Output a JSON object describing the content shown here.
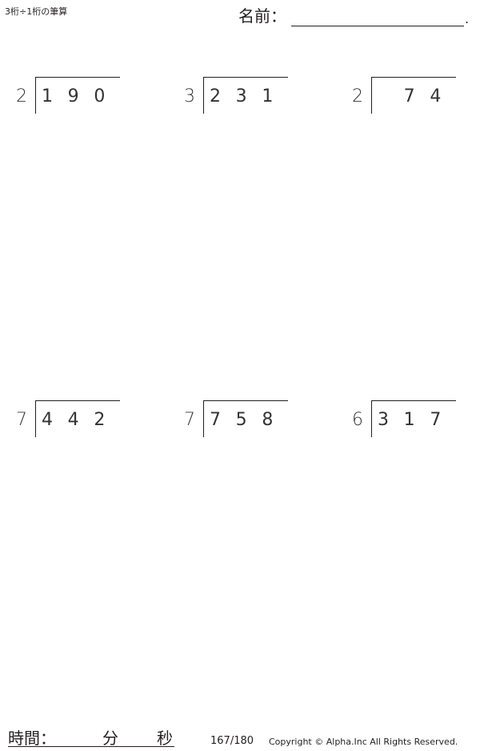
{
  "header": {
    "title": "3桁÷1桁の筆算",
    "name_label": "名前：",
    "name_end": "."
  },
  "problems": [
    {
      "divisor": "2",
      "dividend": [
        "1",
        "9",
        "0"
      ]
    },
    {
      "divisor": "3",
      "dividend": [
        "2",
        "3",
        "1"
      ]
    },
    {
      "divisor": "2",
      "dividend": [
        "",
        "7",
        "4"
      ]
    },
    {
      "divisor": "7",
      "dividend": [
        "4",
        "4",
        "2"
      ]
    },
    {
      "divisor": "7",
      "dividend": [
        "7",
        "5",
        "8"
      ]
    },
    {
      "divisor": "6",
      "dividend": [
        "3",
        "1",
        "7"
      ]
    }
  ],
  "footer": {
    "time_label": "時間：",
    "minutes_label": "分",
    "seconds_label": "秒",
    "page": "167/180",
    "copyright": "Copyright © Alpha.Inc All Rights Reserved."
  }
}
